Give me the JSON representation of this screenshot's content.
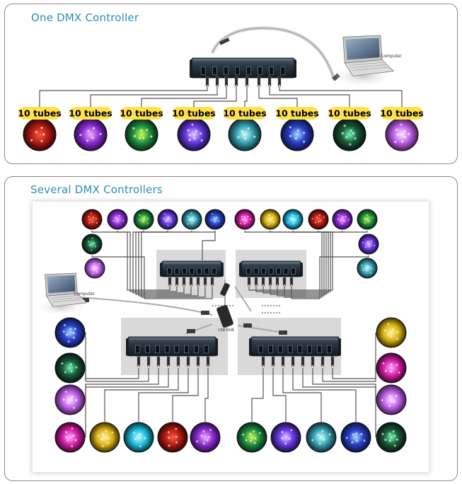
{
  "panels": {
    "one": {
      "title": "One DMX Controller",
      "tube_label": "10 tubes",
      "computer_label": "Computer"
    },
    "several": {
      "title": "Several DMX Controllers",
      "computer_label": "Computer",
      "hub_label": "USB HUB"
    }
  },
  "colors": {
    "title": "#2a8fb8",
    "badge": "#ffe14a",
    "device": "#26323c",
    "panel_border": "#8a8a8a",
    "gray_zone": "#d9d9d9"
  }
}
